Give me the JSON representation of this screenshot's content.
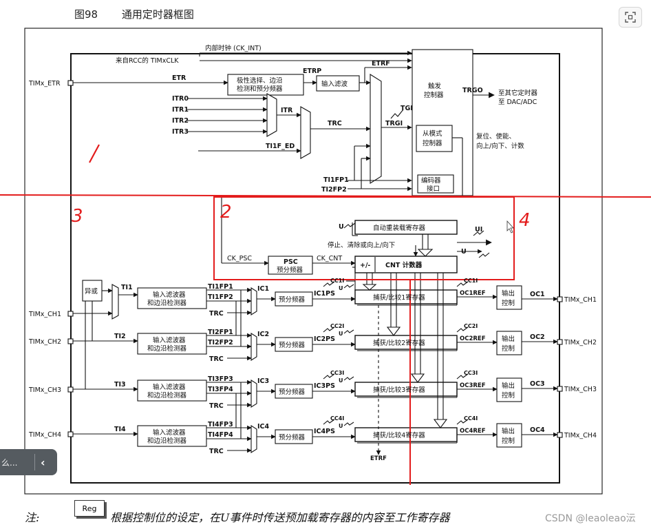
{
  "caption": {
    "figure_number": "图98",
    "figure_title": "通用定时器框图"
  },
  "clock_lines": {
    "internal_clock": "内部时钟 (CK_INT)",
    "from_rcc": "来自RCC的 TIMxCLK"
  },
  "pins": {
    "etr": "TIMx_ETR",
    "ch1_in": "TIMx_CH1",
    "ch2_in": "TIMx_CH2",
    "ch3_in": "TIMx_CH3",
    "ch4_in": "TIMx_CH4",
    "ch1_out": "TIMx_CH1",
    "ch2_out": "TIMx_CH2",
    "ch3_out": "TIMx_CH3",
    "ch4_out": "TIMx_CH4"
  },
  "signals": {
    "etr": "ETR",
    "etrp": "ETRP",
    "etrf": "ETRF",
    "etrf_bottom": "ETRF",
    "itr0": "ITR0",
    "itr1": "ITR1",
    "itr2": "ITR2",
    "itr3": "ITR3",
    "itr": "ITR",
    "trc": "TRC",
    "tgi": "TGI",
    "trgi": "TRGI",
    "ti1f_ed": "TI1F_ED",
    "ti1fp1_top": "TI1FP1",
    "ti2fp2_top": "TI2FP2",
    "trgo": "TRGO",
    "ck_psc": "CK_PSC",
    "ck_cnt": "CK_CNT",
    "u_auto": "U",
    "ui": "UI",
    "u_right": "U",
    "plus_minus": "+/-",
    "ti1": "TI1",
    "ti2": "TI2",
    "ti3": "TI3",
    "ti4": "TI4",
    "ch1_fp": [
      "TI1FP1",
      "TI1FP2",
      "TRC"
    ],
    "ch2_fp": [
      "TI2FP1",
      "TI2FP2",
      "TRC"
    ],
    "ch3_fp": [
      "TI3FP3",
      "TI3FP4",
      "TRC"
    ],
    "ch4_fp": [
      "TI4FP3",
      "TI4FP4",
      "TRC"
    ],
    "ic": [
      "IC1",
      "IC2",
      "IC3",
      "IC4"
    ],
    "icps": [
      "IC1PS",
      "IC2PS",
      "IC3PS",
      "IC4PS"
    ],
    "cci": [
      "CC1I",
      "CC2I",
      "CC3I",
      "CC4I"
    ],
    "cci_out": [
      "CC1I",
      "CC2I",
      "CC3I",
      "CC4I"
    ],
    "ocref": [
      "OC1REF",
      "OC2REF",
      "OC3REF",
      "OC4REF"
    ],
    "oc": [
      "OC1",
      "OC2",
      "OC3",
      "OC4"
    ],
    "u_ch": "U"
  },
  "blocks": {
    "polarity": [
      "极性选择、边沿",
      "检测和预分频器"
    ],
    "input_filter": "输入滤波",
    "trigger_controller": [
      "触发",
      "控制器"
    ],
    "slave_mode": [
      "从模式",
      "控制器"
    ],
    "encoder": [
      "编码器",
      "接口"
    ],
    "auto_reload": "自动重装载寄存器",
    "stop_clear": "停止、清除或向上/向下",
    "psc": "PSC",
    "psc_sub": "预分频器",
    "cnt": "CNT 计数器",
    "xor": "异或",
    "filter_edge": [
      "输入滤波器",
      "和边沿检测器"
    ],
    "prescaler": "预分频器",
    "ccr": [
      "捕获/比较1寄存器",
      "捕获/比较2寄存器",
      "捕获/比较3寄存器",
      "捕获/比较4寄存器"
    ],
    "output_ctrl": [
      "输出",
      "控制"
    ]
  },
  "trgo_dest": [
    "至其它定时器",
    "至 DAC/ADC"
  ],
  "slave_outputs": [
    "复位、使能、",
    "向上/向下、计数"
  ],
  "annotations": {
    "n1": "1",
    "n2": "2",
    "n3": "3",
    "n4": "4"
  },
  "note": {
    "label": "注:",
    "reg_box": "Reg",
    "text": "根据控制位的设定，在U事件时传送预加载寄存器的内容至工作寄存器"
  },
  "side_pill": {
    "text": "么...",
    "chevron": "‹"
  },
  "watermark": "CSDN @leaoleao沄",
  "colors": {
    "annotation": "#e31b1b",
    "line": "#111111",
    "pill": "#555b60"
  }
}
